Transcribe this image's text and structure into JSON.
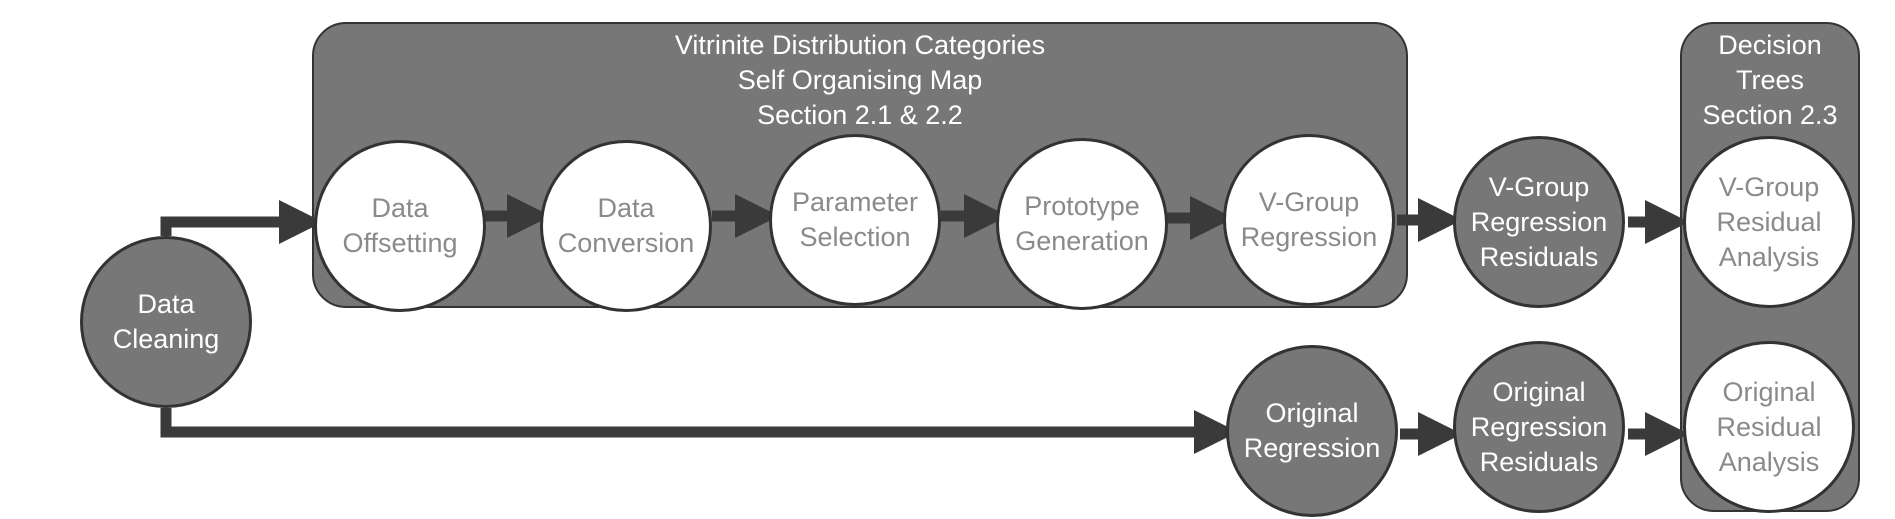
{
  "groups": {
    "som": {
      "title": "Vitrinite Distribution Categories\nSelf Organising Map\nSection 2.1 & 2.2"
    },
    "decision_trees": {
      "title": "Decision\nTrees\nSection 2.3"
    }
  },
  "nodes": {
    "data_cleaning": "Data\nCleaning",
    "data_offsetting": "Data\nOffsetting",
    "data_conversion": "Data\nConversion",
    "parameter_selection": "Parameter\nSelection",
    "prototype_generation": "Prototype\nGeneration",
    "v_group_regression": "V-Group\nRegression",
    "v_group_regression_residuals": "V-Group\nRegression\nResiduals",
    "v_group_residual_analysis": "V-Group\nResidual\nAnalysis",
    "original_regression": "Original\nRegression",
    "original_regression_residuals": "Original\nRegression\nResiduals",
    "original_residual_analysis": "Original\nResidual\nAnalysis"
  },
  "colors": {
    "dark_fill": "#777777",
    "light_fill": "#ffffff",
    "outline": "#333333",
    "arrow": "#3a3a3a",
    "light_text": "#8a8a8a"
  }
}
